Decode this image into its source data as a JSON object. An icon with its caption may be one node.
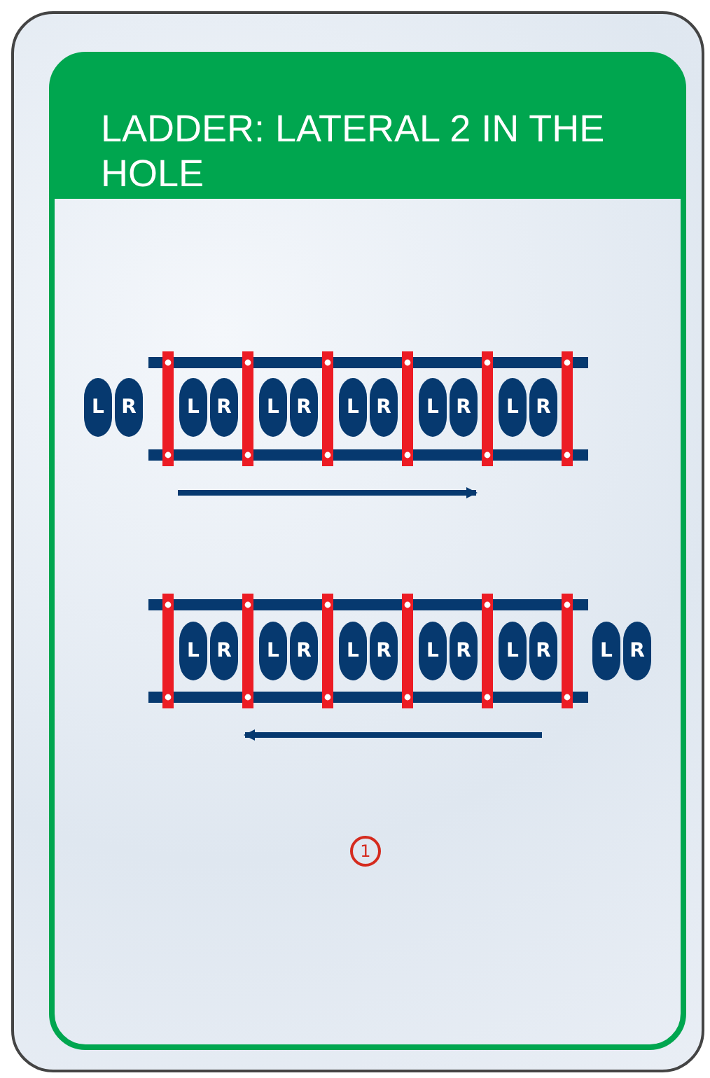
{
  "diagram": {
    "title": "LADDER: LATERAL 2 IN THE HOLE",
    "nodes": [
      {
        "text": [
          "L"
        ]
      },
      {
        "text": [
          "R"
        ]
      },
      {
        "text": [
          "L"
        ]
      },
      {
        "text": [
          "R"
        ]
      },
      {
        "text": [
          "L"
        ]
      },
      {
        "text": [
          "R"
        ]
      },
      {
        "text": [
          "L"
        ]
      },
      {
        "text": [
          "R"
        ]
      },
      {
        "text": [
          "L"
        ]
      },
      {
        "text": [
          "R"
        ]
      },
      {
        "text": [
          "L"
        ]
      },
      {
        "text": [
          "R"
        ]
      },
      {
        "text": [
          "L"
        ]
      },
      {
        "text": [
          "R"
        ]
      },
      {
        "text": [
          "L"
        ]
      },
      {
        "text": [
          "R"
        ]
      },
      {
        "text": [
          "L"
        ]
      },
      {
        "text": [
          "R"
        ]
      },
      {
        "text": [
          "L"
        ]
      },
      {
        "text": [
          "R"
        ]
      },
      {
        "text": [
          "L"
        ]
      },
      {
        "text": [
          "R"
        ]
      },
      {
        "text": [
          "L"
        ]
      },
      {
        "text": [
          "R"
        ]
      },
      {
        "text": [
          "1"
        ]
      }
    ]
  }
}
